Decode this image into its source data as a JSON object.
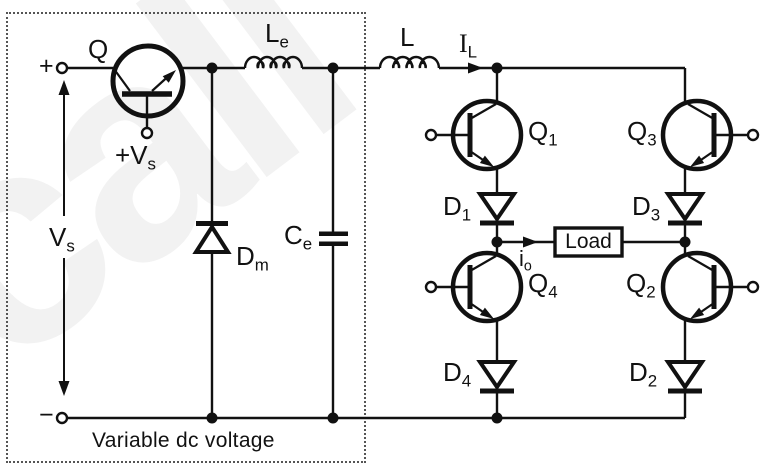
{
  "figure": {
    "caption": "Variable dc voltage",
    "watermark_text": "call"
  },
  "colors": {
    "ink": "#111111",
    "background": "#ffffff",
    "watermark": "#f2f2f2"
  },
  "terminals": {
    "positive_sign": "+",
    "negative_sign": "−"
  },
  "labels": {
    "q": {
      "main": "Q",
      "sub": ""
    },
    "plus_vs": {
      "main": "+V",
      "sub": "s"
    },
    "vs": {
      "main": "V",
      "sub": "s"
    },
    "le": {
      "main": "L",
      "sub": "e"
    },
    "l": {
      "main": "L",
      "sub": ""
    },
    "il": {
      "main": "I",
      "sub": "L"
    },
    "dm": {
      "main": "D",
      "sub": "m"
    },
    "ce": {
      "main": "C",
      "sub": "e"
    },
    "q1": {
      "main": "Q",
      "sub": "1"
    },
    "q2": {
      "main": "Q",
      "sub": "2"
    },
    "q3": {
      "main": "Q",
      "sub": "3"
    },
    "q4": {
      "main": "Q",
      "sub": "4"
    },
    "d1": {
      "main": "D",
      "sub": "1"
    },
    "d2": {
      "main": "D",
      "sub": "2"
    },
    "d3": {
      "main": "D",
      "sub": "3"
    },
    "d4": {
      "main": "D",
      "sub": "4"
    },
    "io": {
      "main": "i",
      "sub": "o"
    },
    "load": "Load"
  }
}
